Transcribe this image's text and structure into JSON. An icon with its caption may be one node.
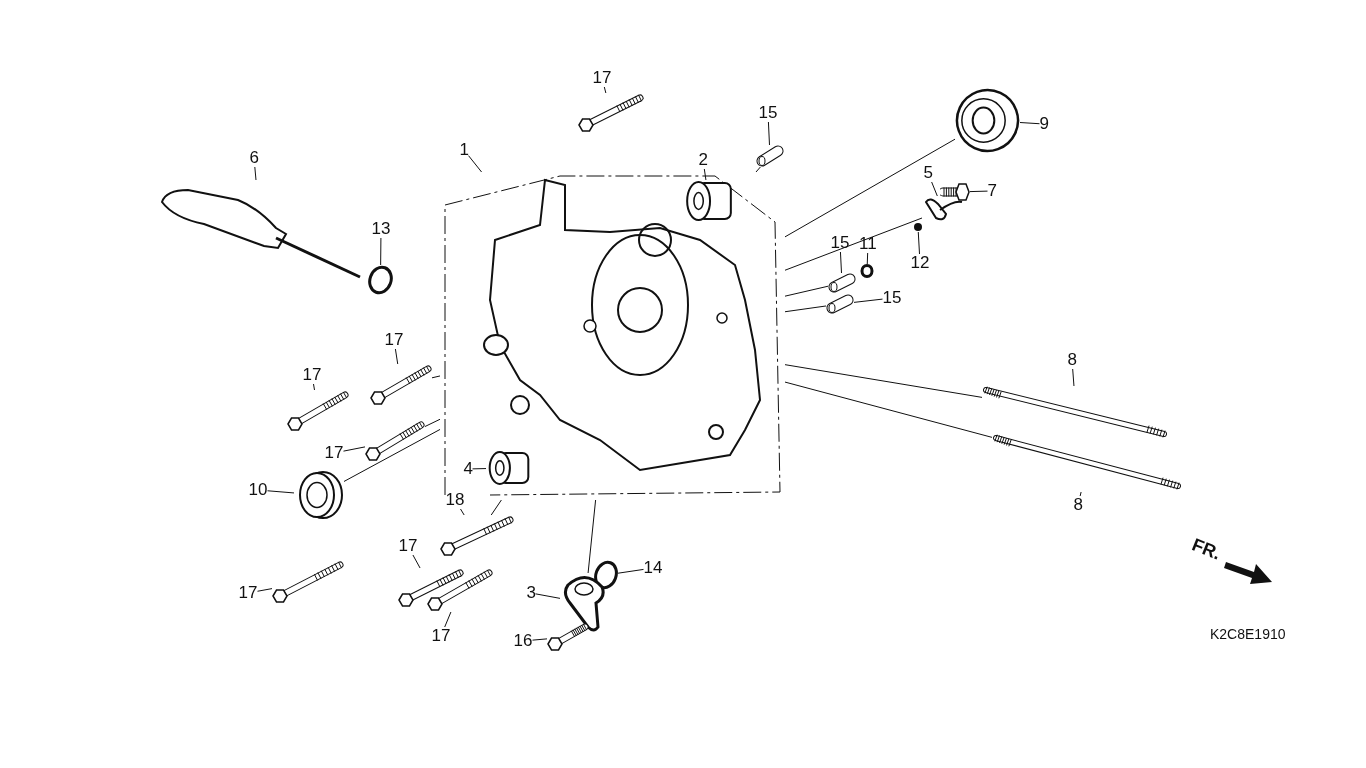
{
  "diagram": {
    "nodes": [
      {
        "text": [
          "17"
        ]
      },
      {
        "text": [],
        "shape": "picture"
      },
      {
        "text": [
          "15"
        ]
      },
      {
        "text": [],
        "shape": "picture"
      },
      {
        "text": [
          "1"
        ]
      },
      {
        "text": [],
        "shape": "picture"
      },
      {
        "text": [
          "9"
        ]
      },
      {
        "text": [],
        "shape": "picture"
      },
      {
        "text": [
          "2"
        ]
      },
      {
        "text": [],
        "shape": "cylinder"
      },
      {
        "text": [
          "6"
        ]
      },
      {
        "text": [],
        "shape": "picture"
      },
      {
        "text": [
          "5"
        ]
      },
      {
        "text": [],
        "shape": "picture"
      },
      {
        "text": [
          "7"
        ]
      },
      {
        "text": [],
        "shape": "picture"
      },
      {
        "text": [
          "13"
        ]
      },
      {
        "text": [],
        "shape": "circle"
      },
      {
        "text": [
          "11"
        ]
      },
      {
        "text": [],
        "shape": "circle"
      },
      {
        "text": [
          "12"
        ]
      },
      {
        "text": [],
        "shape": "circle"
      },
      {
        "text": [
          "15"
        ]
      },
      {
        "text": [],
        "shape": "picture"
      },
      {
        "text": [
          "15"
        ]
      },
      {
        "text": [],
        "shape": "picture"
      },
      {
        "text": [
          "17"
        ]
      },
      {
        "text": [],
        "shape": "picture"
      },
      {
        "text": [
          "17"
        ]
      },
      {
        "text": [],
        "shape": "picture"
      },
      {
        "text": [
          "8"
        ]
      },
      {
        "text": [],
        "shape": "picture"
      },
      {
        "text": [
          "17"
        ]
      },
      {
        "text": [],
        "shape": "picture"
      },
      {
        "text": [
          "4"
        ]
      },
      {
        "text": [],
        "shape": "cylinder"
      },
      {
        "text": [
          "10"
        ]
      },
      {
        "text": [],
        "shape": "picture"
      },
      {
        "text": [
          "8"
        ]
      },
      {
        "text": [],
        "shape": "picture"
      },
      {
        "text": [
          "18"
        ]
      },
      {
        "text": [],
        "shape": "picture"
      },
      {
        "text": [
          "17"
        ]
      },
      {
        "text": [],
        "shape": "picture"
      },
      {
        "text": [
          "14"
        ]
      },
      {
        "text": [],
        "shape": "circle"
      },
      {
        "text": [
          "3"
        ]
      },
      {
        "text": [],
        "shape": "picture"
      },
      {
        "text": [
          "17"
        ]
      },
      {
        "text": [],
        "shape": "picture"
      },
      {
        "text": [
          "17"
        ]
      },
      {
        "text": [],
        "shape": "picture"
      },
      {
        "text": [
          "16"
        ]
      },
      {
        "text": [],
        "shape": "picture"
      }
    ],
    "edges": [
      {
        "from": 0,
        "to": 1,
        "arrow": "none"
      },
      {
        "from": 2,
        "to": 3,
        "arrow": "none"
      },
      {
        "from": 4,
        "to": 5,
        "arrow": "none"
      },
      {
        "from": 6,
        "to": 7,
        "arrow": "none"
      },
      {
        "from": 8,
        "to": 9,
        "arrow": "none"
      },
      {
        "from": 10,
        "to": 11,
        "arrow": "none"
      },
      {
        "from": 12,
        "to": 13,
        "arrow": "none"
      },
      {
        "from": 14,
        "to": 15,
        "arrow": "none"
      },
      {
        "from": 16,
        "to": 17,
        "arrow": "none"
      },
      {
        "from": 18,
        "to": 19,
        "arrow": "none"
      },
      {
        "from": 20,
        "to": 21,
        "arrow": "none"
      },
      {
        "from": 22,
        "to": 23,
        "arrow": "none"
      },
      {
        "from": 24,
        "to": 25,
        "arrow": "none"
      },
      {
        "from": 26,
        "to": 27,
        "arrow": "none"
      },
      {
        "from": 28,
        "to": 29,
        "arrow": "none"
      },
      {
        "from": 30,
        "to": 31,
        "arrow": "none"
      },
      {
        "from": 32,
        "to": 33,
        "arrow": "none"
      },
      {
        "from": 34,
        "to": 35,
        "arrow": "none"
      },
      {
        "from": 36,
        "to": 37,
        "arrow": "none"
      },
      {
        "from": 38,
        "to": 39,
        "arrow": "none"
      },
      {
        "from": 40,
        "to": 41,
        "arrow": "none"
      },
      {
        "from": 42,
        "to": 43,
        "arrow": "none"
      },
      {
        "from": 44,
        "to": 45,
        "arrow": "none"
      },
      {
        "from": 46,
        "to": 47,
        "arrow": "none"
      },
      {
        "from": 48,
        "to": 49,
        "arrow": "none"
      },
      {
        "from": 50,
        "to": 51,
        "arrow": "none"
      },
      {
        "from": 52,
        "to": 53,
        "arrow": "none"
      },
      {
        "from": 3,
        "to": 5,
        "arrow": "none"
      },
      {
        "from": 7,
        "to": 5,
        "arrow": "none"
      },
      {
        "from": 13,
        "to": 5,
        "arrow": "none"
      },
      {
        "from": 23,
        "to": 5,
        "arrow": "none"
      },
      {
        "from": 25,
        "to": 5,
        "arrow": "none"
      },
      {
        "from": 27,
        "to": 5,
        "arrow": "none"
      },
      {
        "from": 31,
        "to": 5,
        "arrow": "none"
      },
      {
        "from": 33,
        "to": 5,
        "arrow": "none"
      },
      {
        "from": 37,
        "to": 5,
        "arrow": "none"
      },
      {
        "from": 39,
        "to": 5,
        "arrow": "none"
      },
      {
        "from": 41,
        "to": 5,
        "arrow": "none"
      },
      {
        "from": 47,
        "to": 5,
        "arrow": "none"
      }
    ],
    "labels": [
      "FR.",
      "K2C8E1910"
    ]
  }
}
